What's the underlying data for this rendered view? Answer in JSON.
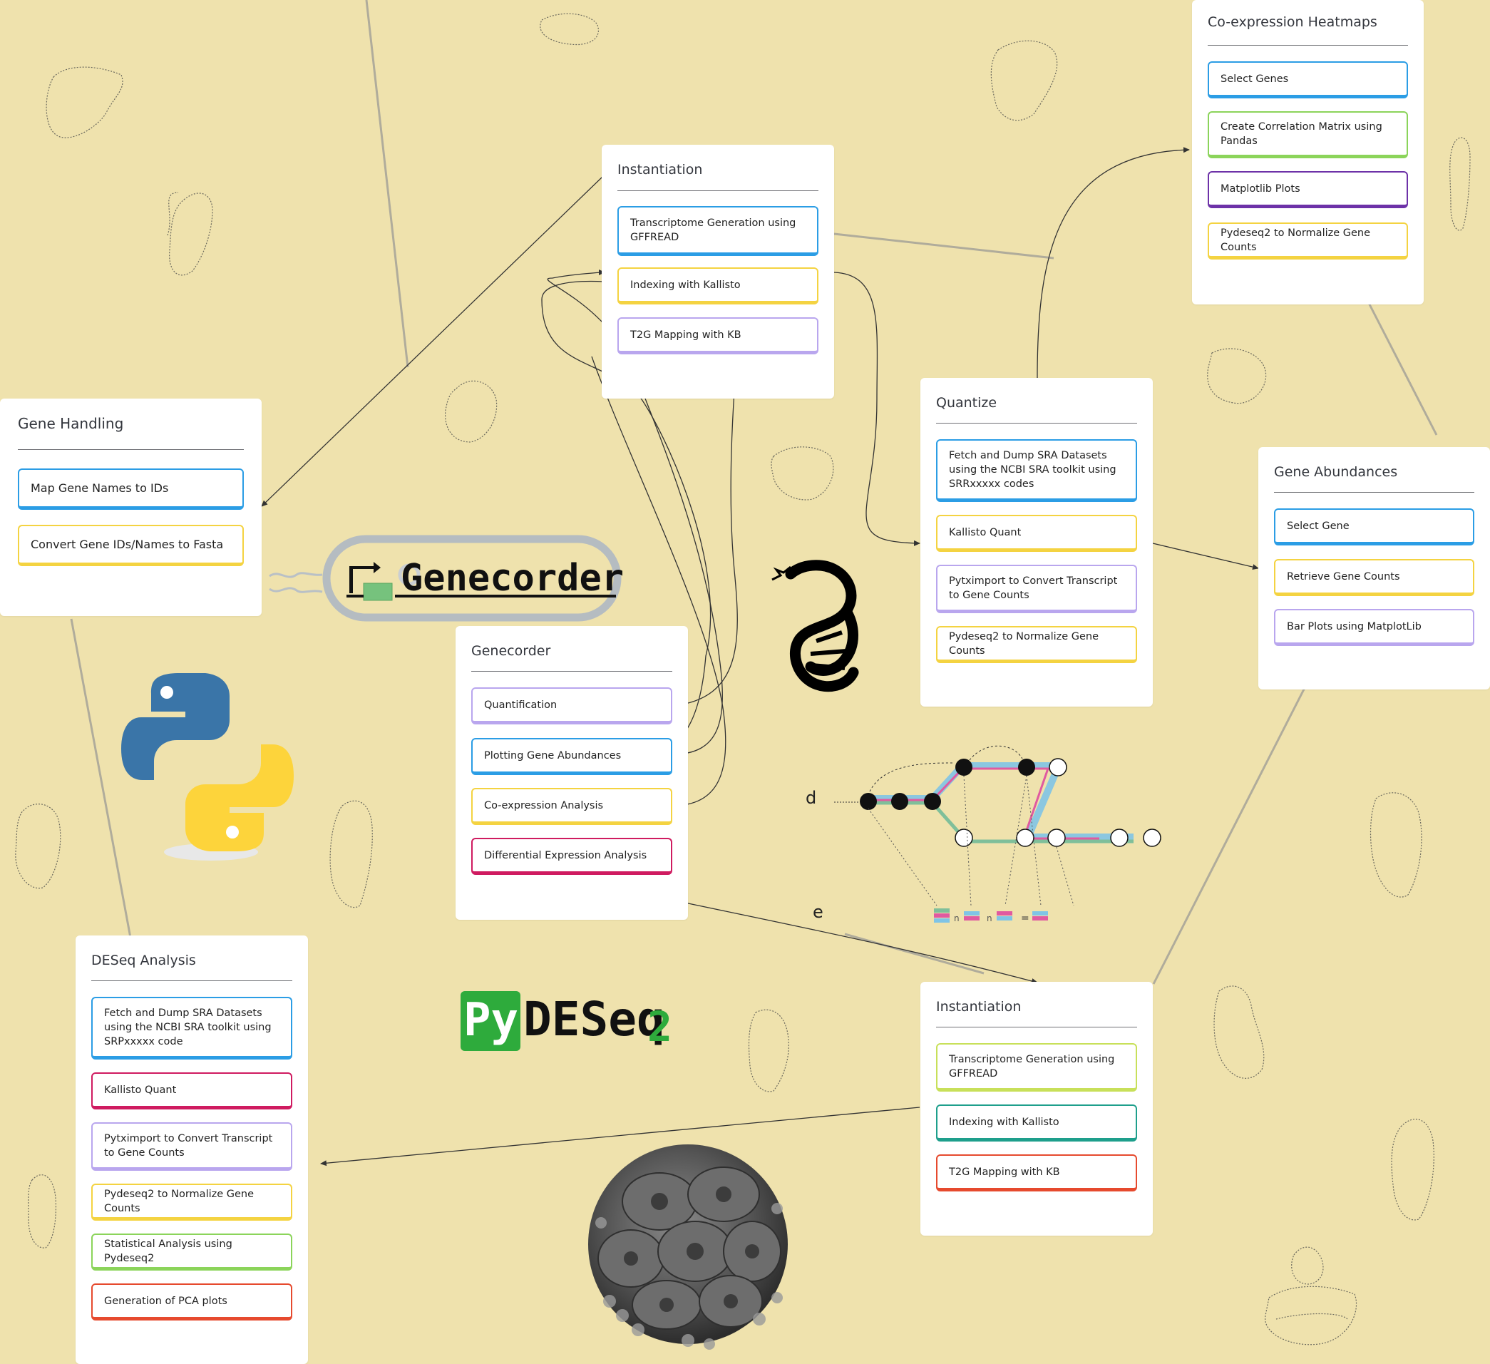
{
  "boards": {
    "gene_handling": {
      "title": "Gene Handling",
      "items": [
        "Map Gene Names to IDs",
        "Convert Gene IDs/Names to Fasta"
      ]
    },
    "instantiation_top": {
      "title": "Instantiation",
      "items": [
        "Transcriptome Generation using GFFREAD",
        "Indexing with Kallisto",
        "T2G Mapping with KB"
      ]
    },
    "genecorder": {
      "title": "Genecorder",
      "items": [
        "Quantification",
        "Plotting Gene Abundances",
        "Co-expression Analysis",
        "Differential Expression Analysis"
      ]
    },
    "quantize": {
      "title": "Quantize",
      "items": [
        "Fetch and Dump SRA Datasets using the NCBI SRA toolkit using SRRxxxxx codes",
        "Kallisto Quant",
        "Pytximport to Convert Transcript to Gene Counts",
        "Pydeseq2 to Normalize Gene Counts"
      ]
    },
    "coexpression": {
      "title": "Co-expression Heatmaps",
      "items": [
        "Select Genes",
        "Create Correlation Matrix using Pandas",
        "Matplotlib Plots",
        "Pydeseq2 to Normalize Gene Counts"
      ]
    },
    "gene_abundances": {
      "title": "Gene Abundances",
      "items": [
        "Select Gene",
        "Retrieve Gene Counts",
        "Bar Plots using MatplotLib"
      ]
    },
    "deseq": {
      "title": "DESeq Analysis",
      "items": [
        "Fetch and Dump SRA Datasets using the NCBI SRA toolkit using SRPxxxxx code",
        "Kallisto Quant",
        "Pytximport to Convert Transcript to Gene Counts",
        "Pydeseq2 to Normalize Gene Counts",
        "Statistical Analysis using Pydeseq2",
        "Generation of PCA plots"
      ]
    },
    "instantiation_bottom": {
      "title": "Instantiation",
      "items": [
        "Transcriptome Generation using GFFREAD",
        "Indexing with Kallisto",
        "T2G Mapping with KB"
      ]
    }
  },
  "logos": {
    "genecorder_logo": "Genecorder",
    "pydeseq_py": "Py",
    "pydeseq_main": "DESeq",
    "pydeseq_two": "2"
  },
  "graph_labels": {
    "d": "d",
    "e": "e",
    "n1": "n",
    "n2": "n",
    "eq": "="
  },
  "colors": {
    "background": "#efe2ad",
    "blue": "#2b9de5",
    "yellow": "#f4d341",
    "lavender": "#b9a6ee",
    "green": "#8bd45a",
    "purple": "#6d32a8",
    "lime": "#c8e05a",
    "teal": "#1e9f8c",
    "red": "#e64a2e",
    "crimson": "#cf1b60"
  },
  "icons": [
    "genecorder-logo",
    "python-logo",
    "snake-dna-icon",
    "pydeseq2-logo",
    "graph-diagram",
    "coccolith-image",
    "blob-outline-icon"
  ]
}
